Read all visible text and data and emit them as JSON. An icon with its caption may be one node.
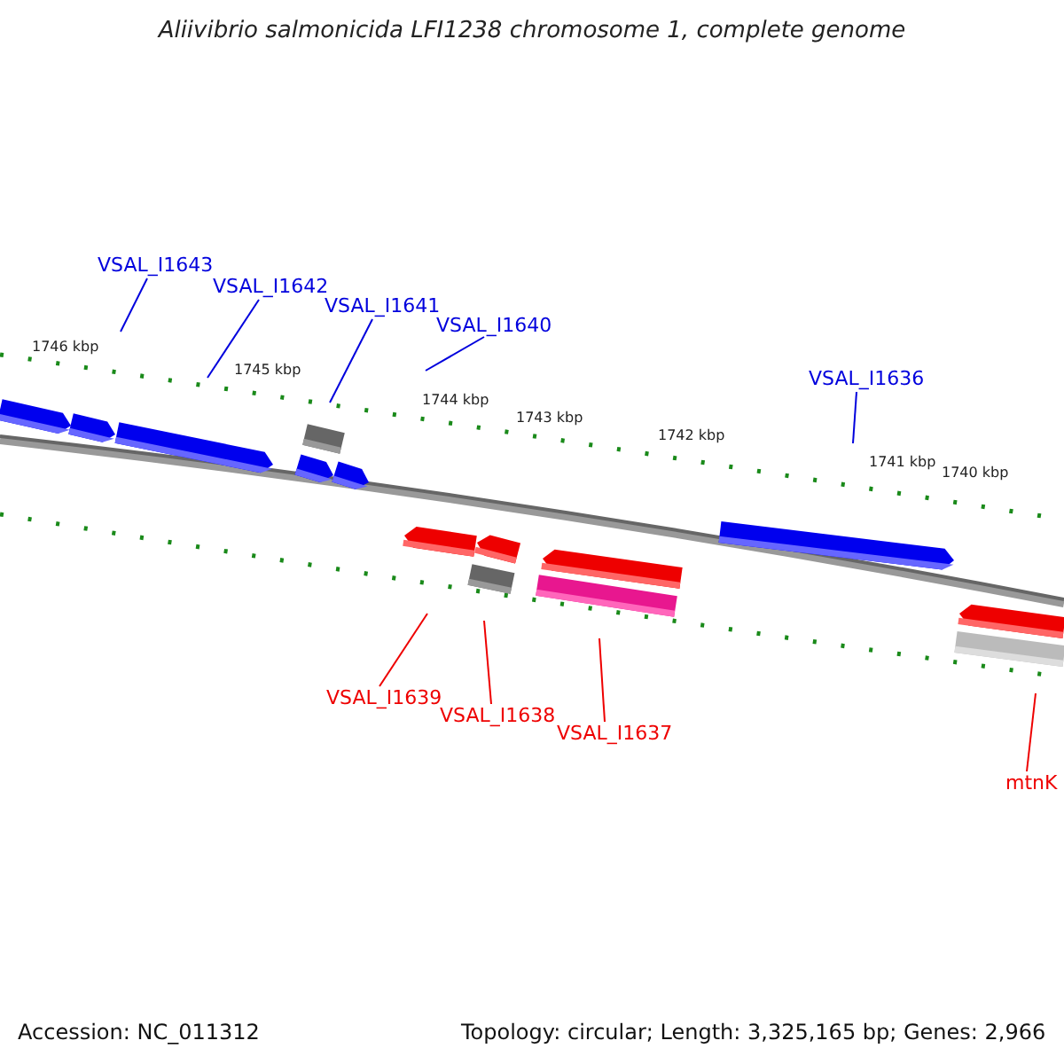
{
  "diagram": {
    "title": "Aliivibrio salmonicida LFI1238 chromosome 1, complete genome",
    "nodes": [
      {
        "text": [
          "VSAL_I1643"
        ]
      },
      {
        "text": [
          "VSAL_I1642"
        ]
      },
      {
        "text": [
          "VSAL_I1641"
        ]
      },
      {
        "text": [
          "VSAL_I1640"
        ]
      },
      {
        "text": [
          "VSAL_I1636"
        ]
      },
      {
        "text": [
          "VSAL_I1639"
        ]
      },
      {
        "text": [
          "VSAL_I1638"
        ]
      },
      {
        "text": [
          "VSAL_I1637"
        ]
      },
      {
        "text": [
          "mtnK"
        ]
      }
    ],
    "edges": [
      {
        "from": 0,
        "to": null,
        "arrow": "none"
      },
      {
        "from": 1,
        "to": null,
        "arrow": "none"
      },
      {
        "from": 2,
        "to": null,
        "arrow": "none"
      },
      {
        "from": 3,
        "to": null,
        "arrow": "none"
      },
      {
        "from": 4,
        "to": null,
        "arrow": "none"
      },
      {
        "from": 5,
        "to": null,
        "arrow": "none",
        "color": "#ee0000"
      },
      {
        "from": 6,
        "to": null,
        "arrow": "none",
        "color": "#ee0000"
      },
      {
        "from": 7,
        "to": null,
        "arrow": "none",
        "color": "#ee0000"
      },
      {
        "from": 8,
        "to": null,
        "arrow": "none",
        "color": "#ee0000"
      }
    ],
    "labels": [
      "1746 kbp",
      "1745 kbp",
      "1744 kbp",
      "1743 kbp",
      "1742 kbp",
      "1741 kbp",
      "1740 kbp",
      "Accession: NC_011312",
      "Topology: circular; Length: 3,325,165 bp; Genes: 2,966"
    ]
  }
}
